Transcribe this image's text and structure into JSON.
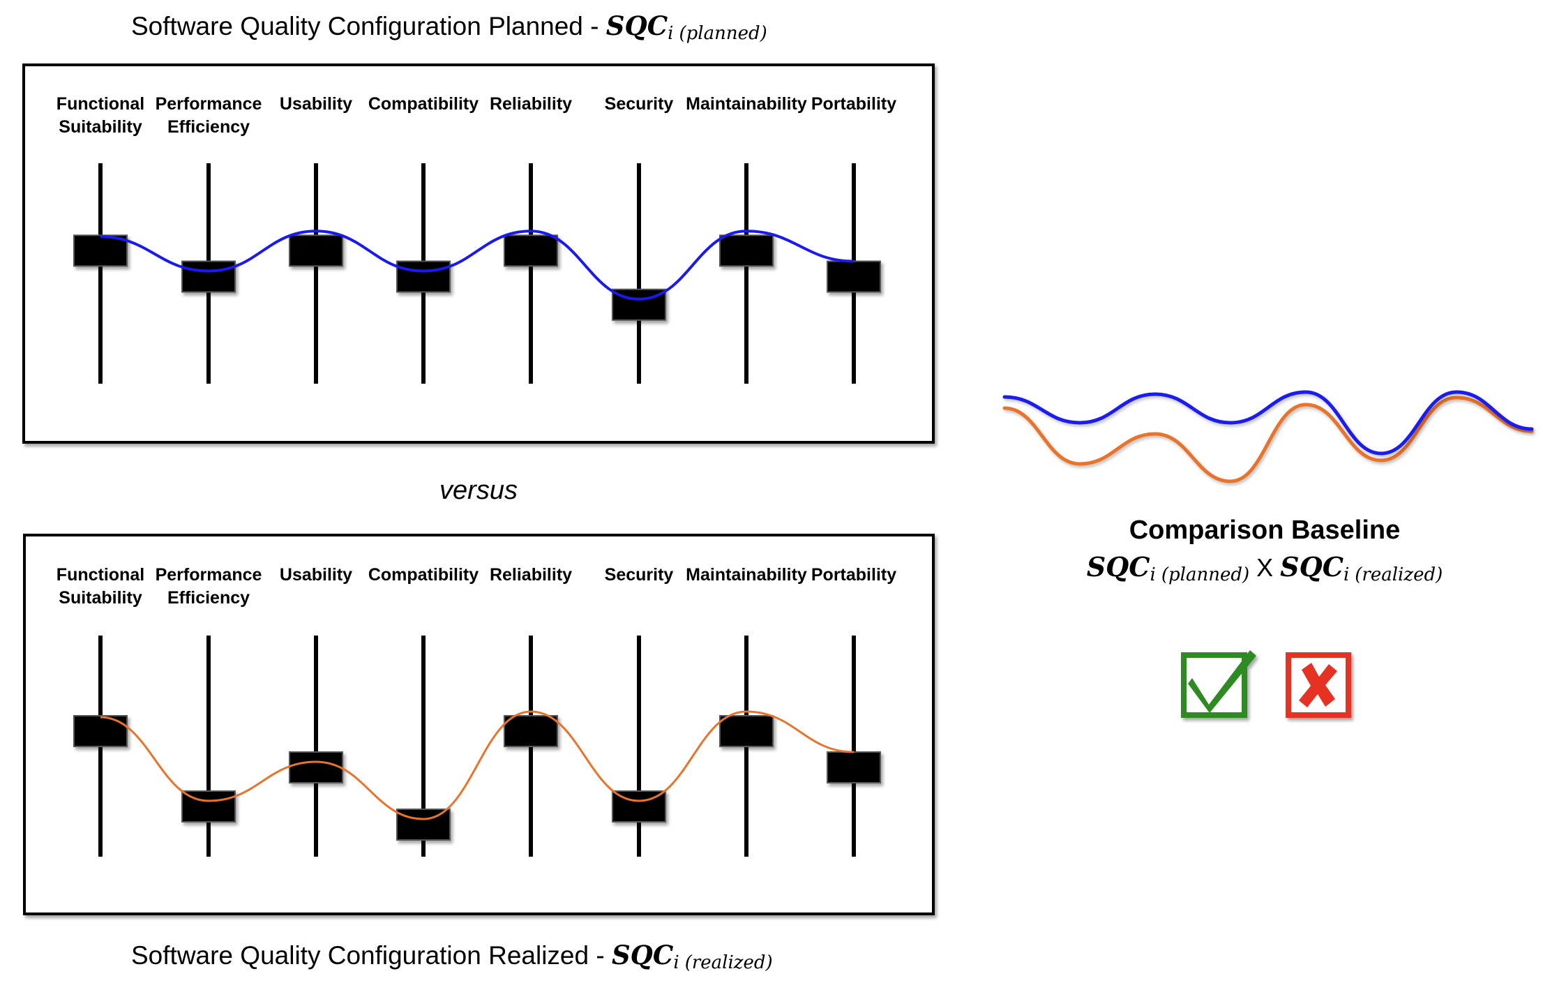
{
  "planned": {
    "title_prefix": "Software Quality Configuration Planned - ",
    "symbol": "SQC",
    "symbol_sub_index": "i",
    "symbol_sub_text": "(planned)",
    "line_color": "#1a1aee",
    "categories": [
      "Functional Suitability",
      "Performance Efficiency",
      "Usability",
      "Compatibility",
      "Reliability",
      "Security",
      "Maintainability",
      "Portability"
    ],
    "labels": [
      [
        "Functional",
        "Suitability"
      ],
      [
        "Performance",
        "Efficiency"
      ],
      [
        "Usability"
      ],
      [
        "Compatibility"
      ],
      [
        "Reliability"
      ],
      [
        "Security"
      ],
      [
        "Maintainability"
      ],
      [
        "Portability"
      ]
    ],
    "levels": [
      0.74,
      0.5,
      0.74,
      0.5,
      0.74,
      0.24,
      0.74,
      0.5
    ]
  },
  "versus": "versus",
  "realized": {
    "title_prefix": "Software Quality Configuration Realized - ",
    "symbol": "SQC",
    "symbol_sub_index": "i",
    "symbol_sub_text": "(realized)",
    "line_color": "#e8732a",
    "categories": [
      "Functional Suitability",
      "Performance Efficiency",
      "Usability",
      "Compatibility",
      "Reliability",
      "Security",
      "Maintainability",
      "Portability"
    ],
    "labels": [
      [
        "Functional",
        "Suitability"
      ],
      [
        "Performance",
        "Efficiency"
      ],
      [
        "Usability"
      ],
      [
        "Compatibility"
      ],
      [
        "Reliability"
      ],
      [
        "Security"
      ],
      [
        "Maintainability"
      ],
      [
        "Portability"
      ]
    ],
    "levels": [
      0.74,
      0.2,
      0.48,
      0.07,
      0.74,
      0.2,
      0.74,
      0.48
    ]
  },
  "comparison": {
    "title": "Comparison Baseline",
    "left_symbol": "SQC",
    "left_sub_index": "i",
    "left_sub_text": "(planned)",
    "operator": "X",
    "right_symbol": "SQC",
    "right_sub_index": "i",
    "right_sub_text": "(realized)",
    "planned_color": "#1a1aee",
    "realized_color": "#e8732a",
    "check_icon": "check-icon",
    "cross_icon": "cross-icon",
    "check_color": "#2e8b22",
    "cross_color": "#e53322"
  }
}
